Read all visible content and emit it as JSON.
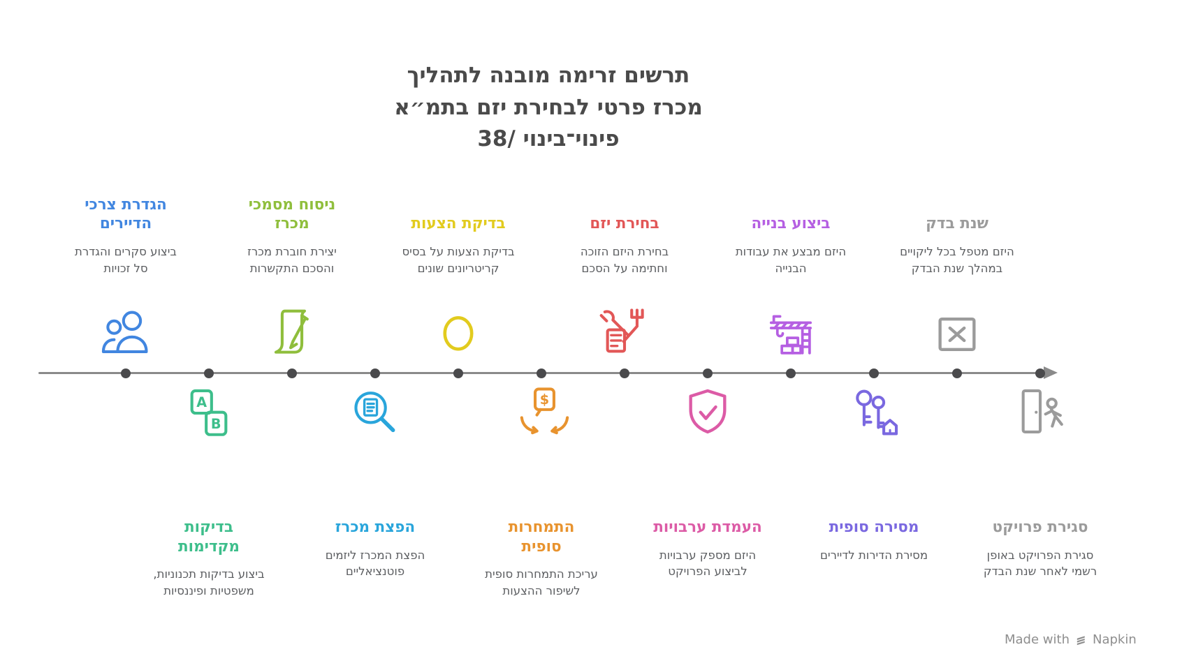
{
  "title": {
    "lines": [
      "תרשים זרימה מובנה לתהליך",
      "מכרז פרטי לבחירת יזם בתמ״א",
      "פינוי־בינוי /38"
    ],
    "color": "#4A4A4A"
  },
  "timeline": {
    "direction": "left-to-right",
    "line_color": "#8A8A8A",
    "dot_color": "#4A4A4C",
    "stations": 12
  },
  "steps": [
    {
      "position": "top",
      "title": "הגדרת צרכי\nהדיירים",
      "description": "ביצוע סקרים והגדרת\nסל זכויות",
      "color": "#4186E0",
      "icon": "users-icon"
    },
    {
      "position": "bottom",
      "title": "בדיקות\nמקדימות",
      "description": "ביצוע בדיקות תכנוניות,\nמשפטיות ופיננסיות",
      "color": "#3DBE8B",
      "icon": "ab-test-icon"
    },
    {
      "position": "top",
      "title": "ניסוח מסמכי\nמכרז",
      "description": "יצירת חוברת מכרז\nוהסכם התקשרות",
      "color": "#8FBE3C",
      "icon": "contract-pen-icon"
    },
    {
      "position": "bottom",
      "title": "הפצת מכרז",
      "description": "הפצת המכרז ליזמים\nפוטנציאליים",
      "color": "#29A5DB",
      "icon": "magnifier-list-icon"
    },
    {
      "position": "top",
      "title": "בדיקת הצעות",
      "description": "בדיקת הצעות על בסיס\nקריטריונים שונים",
      "color": "#E2CB1E",
      "icon": "circle-icon"
    },
    {
      "position": "bottom",
      "title": "התמחרות\nסופית",
      "description": "עריכת התמחרות סופית\nלשיפור ההצעות",
      "color": "#E8932E",
      "icon": "negotiation-dollar-icon"
    },
    {
      "position": "top",
      "title": "בחירת יזם",
      "description": "בחירת היזם הזוכה\nוחתימה על הסכם",
      "color": "#E25757",
      "icon": "tools-icon"
    },
    {
      "position": "bottom",
      "title": "העמדת ערבויות",
      "description": "היזם מספק ערבויות\nלביצוע הפרויקט",
      "color": "#DC5BA6",
      "icon": "shield-check-icon"
    },
    {
      "position": "top",
      "title": "ביצוע בנייה",
      "description": "היזם מבצע את עבודות\nהבנייה",
      "color": "#B55FE2",
      "icon": "crane-construction-icon"
    },
    {
      "position": "bottom",
      "title": "מסירה סופית",
      "description": "מסירת הדירות לדיירים",
      "color": "#7A68E0",
      "icon": "keys-house-icon"
    },
    {
      "position": "top",
      "title": "שנת בדק",
      "description": "היזם מטפל בכל ליקויים\nבמהלך שנת הבדק",
      "color": "#9B9B9B",
      "icon": "x-box-icon"
    },
    {
      "position": "bottom",
      "title": "סגירת פרויקט",
      "description": "סגירת הפרויקט באופן\nרשמי לאחר שנת הבדק",
      "color": "#9B9B9B",
      "icon": "exit-door-icon"
    }
  ],
  "footer": {
    "made_with": "Made with",
    "brand": "Napkin",
    "color": "#8E8E8E"
  }
}
